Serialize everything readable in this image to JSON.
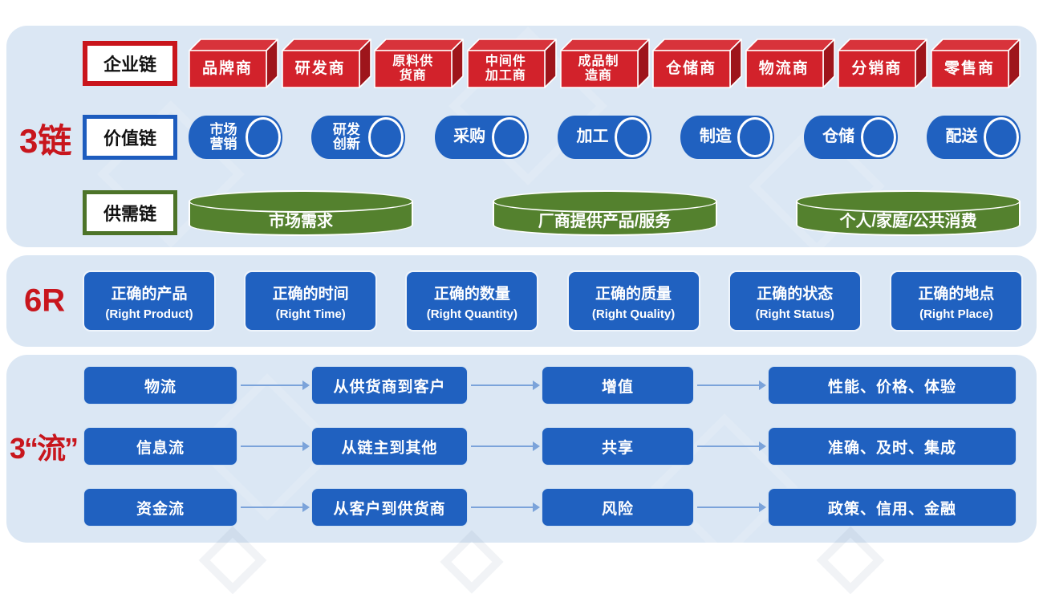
{
  "colors": {
    "panel_bg": "#dbe7f4",
    "red_front": "#d2222b",
    "red_top": "#d8333b",
    "red_side": "#9e151b",
    "blue": "#2061c0",
    "green": "#54812e",
    "enterprise_border": "#c9151c",
    "value_border": "#1d5cbe",
    "supply_border": "#4d7429",
    "section_label": "#c8161d",
    "arrow": "#7ba3da"
  },
  "sections": {
    "chains": {
      "label": "3链",
      "enterprise": {
        "label": "企业链",
        "items": [
          "品牌商",
          "研发商",
          "原料供\n货商",
          "中间件\n加工商",
          "成品制\n造商",
          "仓储商",
          "物流商",
          "分销商",
          "零售商"
        ]
      },
      "value": {
        "label": "价值链",
        "items": [
          "市场\n营销",
          "研发\n创新",
          "采购",
          "加工",
          "制造",
          "仓储",
          "配送"
        ]
      },
      "supply_demand": {
        "label": "供需链",
        "items": [
          "市场需求",
          "厂商提供产品/服务",
          "个人/家庭/公共消费"
        ]
      }
    },
    "six_r": {
      "label": "6R",
      "items": [
        {
          "cn": "正确的产品",
          "en": "(Right Product)"
        },
        {
          "cn": "正确的时间",
          "en": "(Right Time)"
        },
        {
          "cn": "正确的数量",
          "en": "(Right Quantity)"
        },
        {
          "cn": "正确的质量",
          "en": "(Right Quality)"
        },
        {
          "cn": "正确的状态",
          "en": "(Right Status)"
        },
        {
          "cn": "正确的地点",
          "en": "(Right Place)"
        }
      ]
    },
    "flows": {
      "label": "3“流”",
      "rows": [
        [
          "物流",
          "从供货商到客户",
          "增值",
          "性能、价格、体验"
        ],
        [
          "信息流",
          "从链主到其他",
          "共享",
          "准确、及时、集成"
        ],
        [
          "资金流",
          "从客户到供货商",
          "风险",
          "政策、信用、金融"
        ]
      ]
    }
  }
}
